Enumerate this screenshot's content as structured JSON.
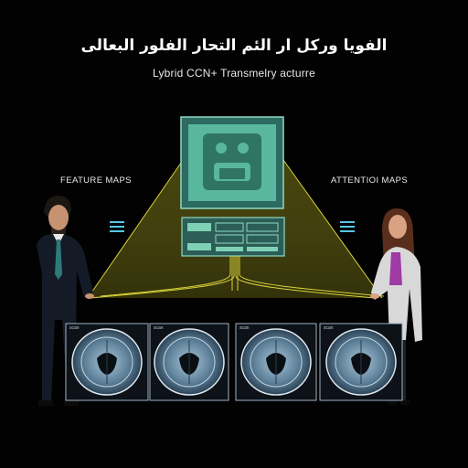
{
  "header": {
    "title": "الفويا وركل ار الئم التحار الفلور البعالى",
    "subtitle": "Lybrid CCN+ Transmelry acturre"
  },
  "labels": {
    "left": "FEATURE MAPS",
    "right": "ATTENTIOI MAPS"
  },
  "icons": {
    "left_lines": "menu-lines-icon",
    "right_lines": "menu-lines-icon",
    "monitor": "people-icon"
  },
  "colors": {
    "background": "#020202",
    "beam": "#d8d23a",
    "panel": "#2f6b63",
    "panel_screen": "#59b7a0",
    "scan": "#5e7f9a",
    "accent_cyan": "#58c6e6"
  },
  "scans": [
    "scan-1",
    "scan-2",
    "scan-3",
    "scan-4"
  ]
}
